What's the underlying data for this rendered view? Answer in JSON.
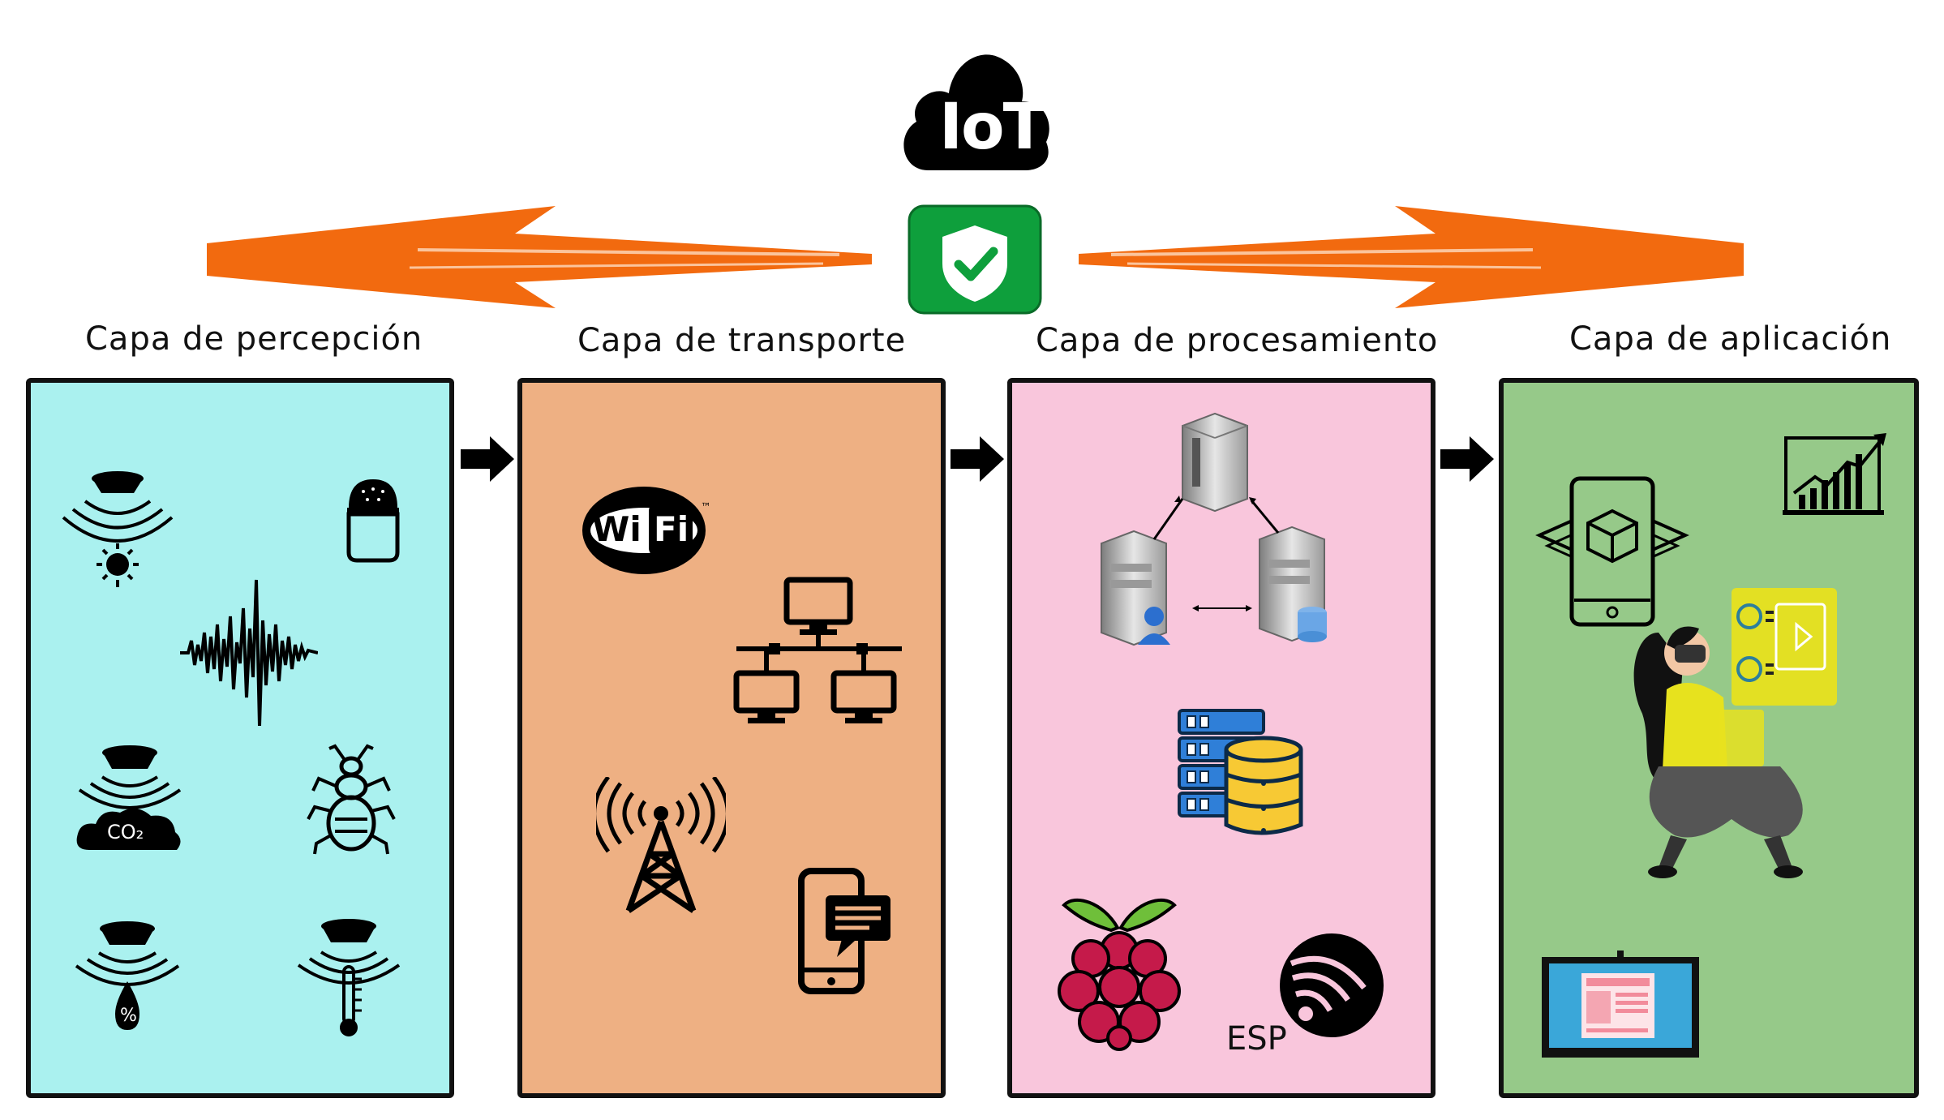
{
  "header": {
    "cloud_label": "IoT"
  },
  "layers": [
    {
      "title": "Capa de percepción",
      "color": "#aaf1ef"
    },
    {
      "title": "Capa de transporte",
      "color": "#eeb083"
    },
    {
      "title": "Capa de procesamiento",
      "color": "#f9c6dc"
    },
    {
      "title": "Capa de aplicación",
      "color": "#96c989"
    }
  ],
  "perception": {
    "co2_label": "CO₂",
    "humidity_label": "%"
  },
  "transport": {
    "wifi_label_1": "Wi",
    "wifi_label_2": "Fi",
    "wifi_tm": "™"
  },
  "processing": {
    "esp_label": "ESP"
  },
  "colors": {
    "orange_arrow": "#f26a0f",
    "shield_green": "#0e9f3c",
    "outline": "#111111"
  }
}
